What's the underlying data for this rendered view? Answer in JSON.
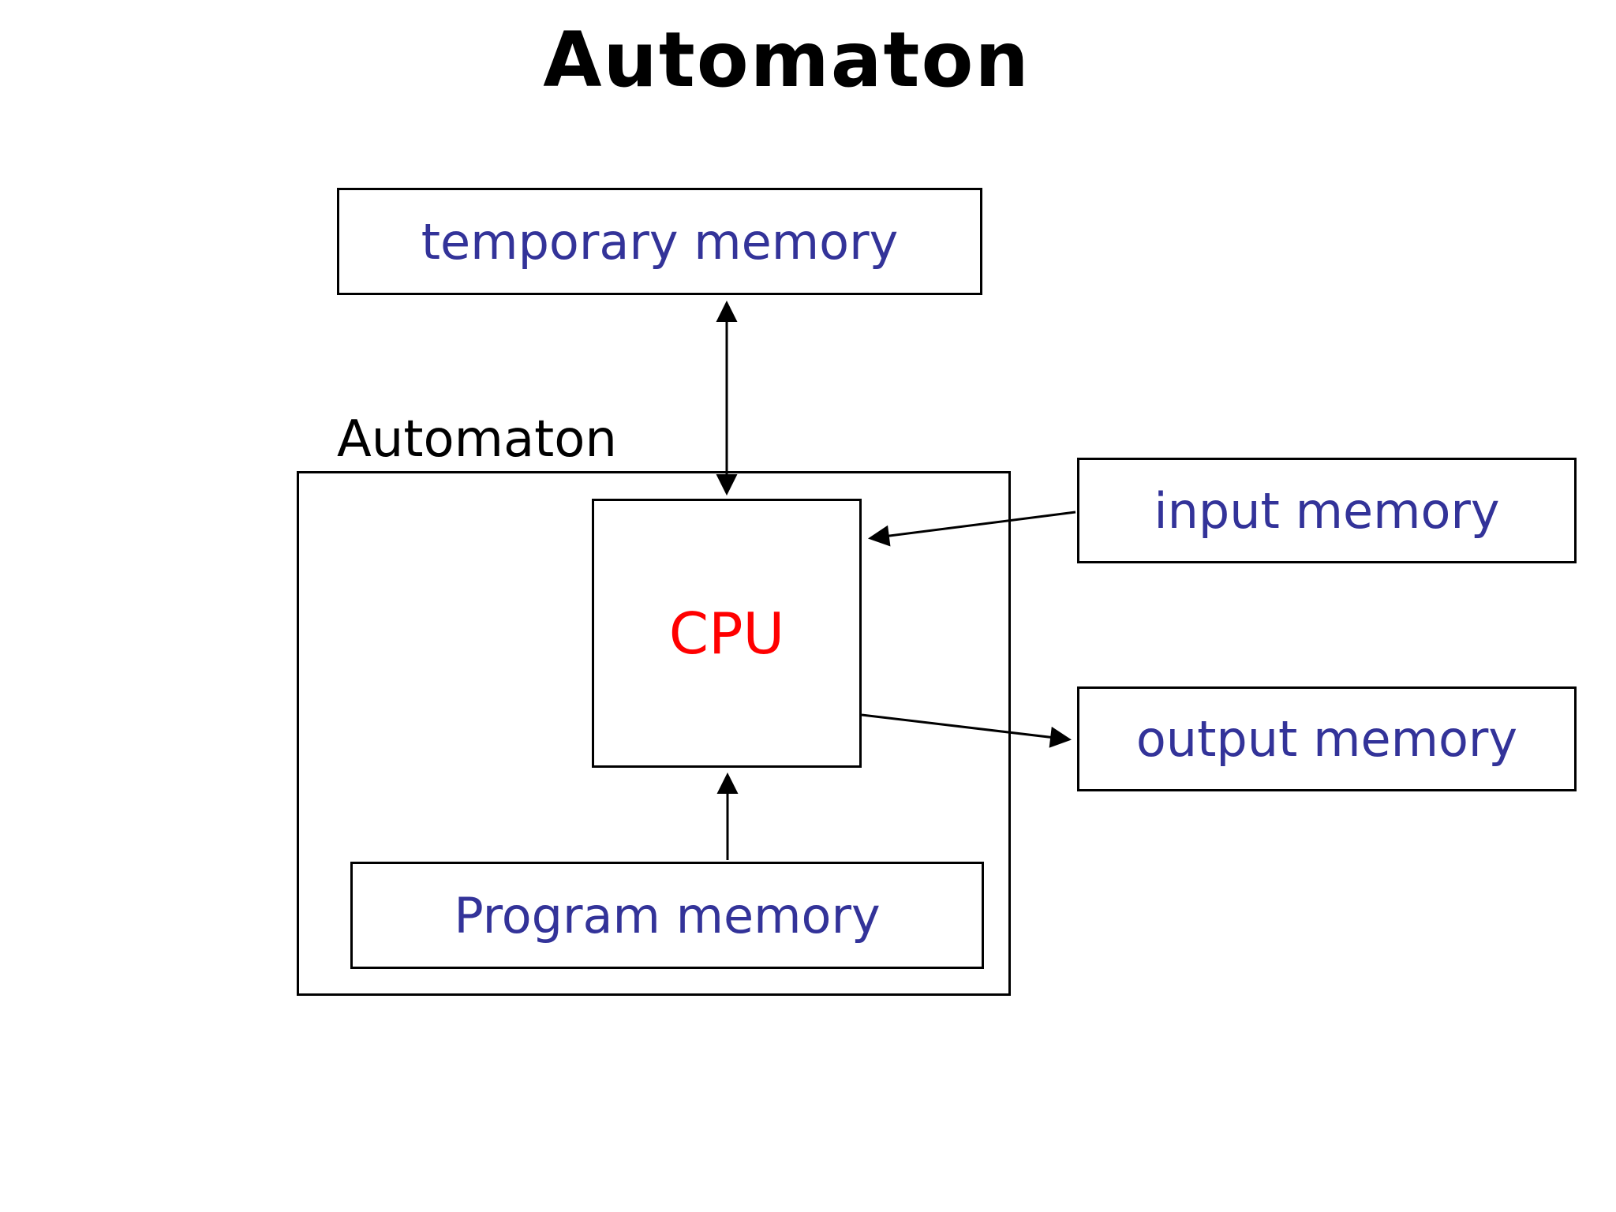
{
  "title": "Automaton",
  "colors": {
    "label_blue": "#333399",
    "cpu_red": "#ff0000",
    "line_black": "#000000",
    "background": "#ffffff"
  },
  "diagram": {
    "outer_box_label": "Automaton",
    "boxes": {
      "temporary_memory": {
        "label": "temporary memory"
      },
      "cpu": {
        "label": "CPU"
      },
      "input_memory": {
        "label": "input memory"
      },
      "output_memory": {
        "label": "output memory"
      },
      "program_memory": {
        "label": "Program memory"
      }
    },
    "arrows": [
      {
        "name": "cpu-temporary-memory-arrow",
        "type": "double-headed",
        "from": "CPU",
        "to": "temporary memory"
      },
      {
        "name": "input-memory-cpu-arrow",
        "type": "single-headed",
        "from": "input memory",
        "to": "CPU"
      },
      {
        "name": "cpu-output-memory-arrow",
        "type": "single-headed",
        "from": "CPU",
        "to": "output memory"
      },
      {
        "name": "program-memory-cpu-arrow",
        "type": "single-headed",
        "from": "Program memory",
        "to": "CPU"
      }
    ]
  }
}
